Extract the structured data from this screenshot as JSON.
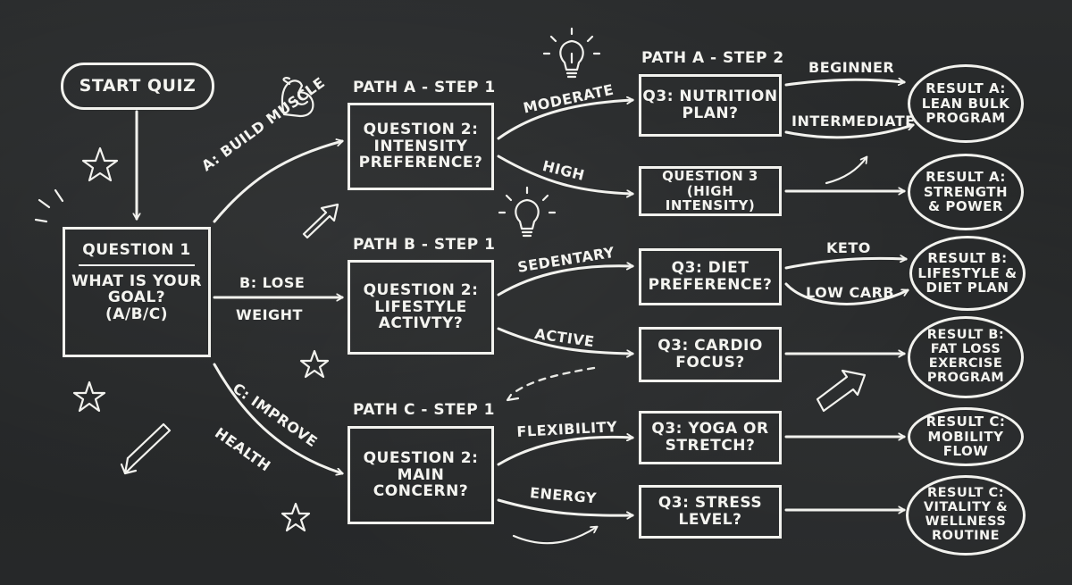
{
  "start": {
    "label": "START QUIZ"
  },
  "q1": {
    "title": "QUESTION 1",
    "lines": [
      "WHAT IS YOUR",
      "GOAL?",
      "(A/B/C)"
    ]
  },
  "branches": {
    "a": "A: BUILD MUSCLE",
    "b_line1": "B: LOSE",
    "b_line2": "WEIGHT",
    "c_line1": "C: IMPROVE",
    "c_line2": "HEALTH"
  },
  "path_a": {
    "step1_header": "PATH A - STEP 1",
    "step1_box": [
      "QUESTION 2:",
      "INTENSITY",
      "PREFERENCE?"
    ],
    "step2_header": "PATH A - STEP 2",
    "moderate": "MODERATE",
    "high": "HIGH",
    "nutrition_box": [
      "Q3: NUTRITION",
      "PLAN?"
    ],
    "high_box": [
      "QUESTION 3",
      "(HIGH INTENSITY)"
    ],
    "beginner": "BEGINNER",
    "intermediate": "INTERMEDIATE",
    "result1": [
      "RESULT A:",
      "LEAN BULK",
      "PROGRAM"
    ],
    "result2": [
      "RESULT A:",
      "STRENGTH",
      "& POWER"
    ]
  },
  "path_b": {
    "step1_header": "PATH B - STEP 1",
    "step1_box": [
      "QUESTION 2:",
      "LIFESTYLE",
      "ACTIVTY?"
    ],
    "sedentary": "SEDENTARY",
    "active": "ACTIVE",
    "diet_box": [
      "Q3: DIET",
      "PREFERENCE?"
    ],
    "cardio_box": [
      "Q3: CARDIO",
      "FOCUS?"
    ],
    "keto": "KETO",
    "low_carb": "LOW CARB",
    "result1": [
      "RESULT B:",
      "LIFESTYLE &",
      "DIET PLAN"
    ],
    "result2": [
      "RESULT B:",
      "FAT LOSS",
      "EXERCISE",
      "PROGRAM"
    ]
  },
  "path_c": {
    "step1_header": "PATH C - STEP 1",
    "step1_box": [
      "QUESTION 2:",
      "MAIN",
      "CONCERN?"
    ],
    "flexibility": "FLEXIBILITY",
    "energy": "ENERGY",
    "yoga_box": [
      "Q3: YOGA OR",
      "STRETCH?"
    ],
    "stress_box": [
      "Q3: STRESS",
      "LEVEL?"
    ],
    "result1": [
      "RESULT C:",
      "MOBILITY",
      "FLOW"
    ],
    "result2": [
      "RESULT C:",
      "VITALITY &",
      "WELLNESS",
      "ROUTINE"
    ]
  },
  "icons": [
    "flexed-arm-icon",
    "lightbulb-icon",
    "star-icon",
    "pencil-arrow-icon",
    "chalk-arrow-icon"
  ],
  "colors": {
    "board": "#242627",
    "chalk": "#f2f2ee"
  }
}
